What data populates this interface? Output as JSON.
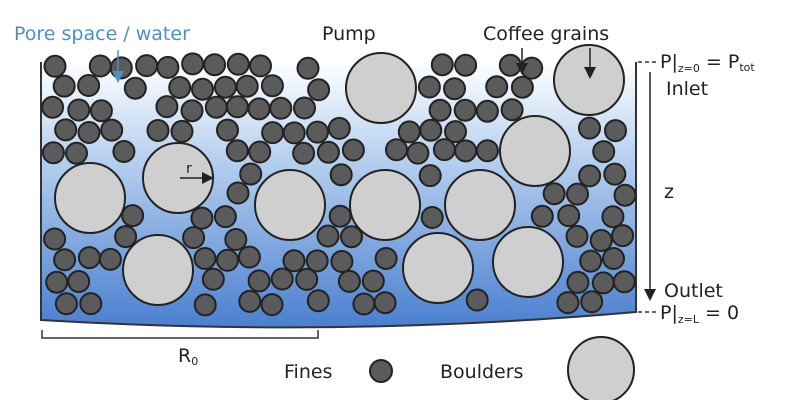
{
  "labels": {
    "pore_space": "Pore space / water",
    "pump": "Pump",
    "coffee_grains": "Coffee grains",
    "radius": "r",
    "z_axis": "z",
    "inlet": "Inlet",
    "outlet": "Outlet",
    "inlet_pressure": {
      "p": "P",
      "sub": "z=0",
      "eq": " = P",
      "eq_sub": "tot"
    },
    "outlet_pressure": {
      "p": "P",
      "sub": "z=L",
      "eq": " = 0"
    },
    "r0": {
      "main": "R",
      "sub": "0"
    }
  },
  "legend": {
    "fines": "Fines",
    "boulders": "Boulders"
  },
  "colors": {
    "water_top": "#ffffff",
    "water_bottom": "#4a7fd0",
    "fines": "#5b5b5b",
    "boulders": "#cfcfcf",
    "pore_label": "#4f8fc6"
  }
}
